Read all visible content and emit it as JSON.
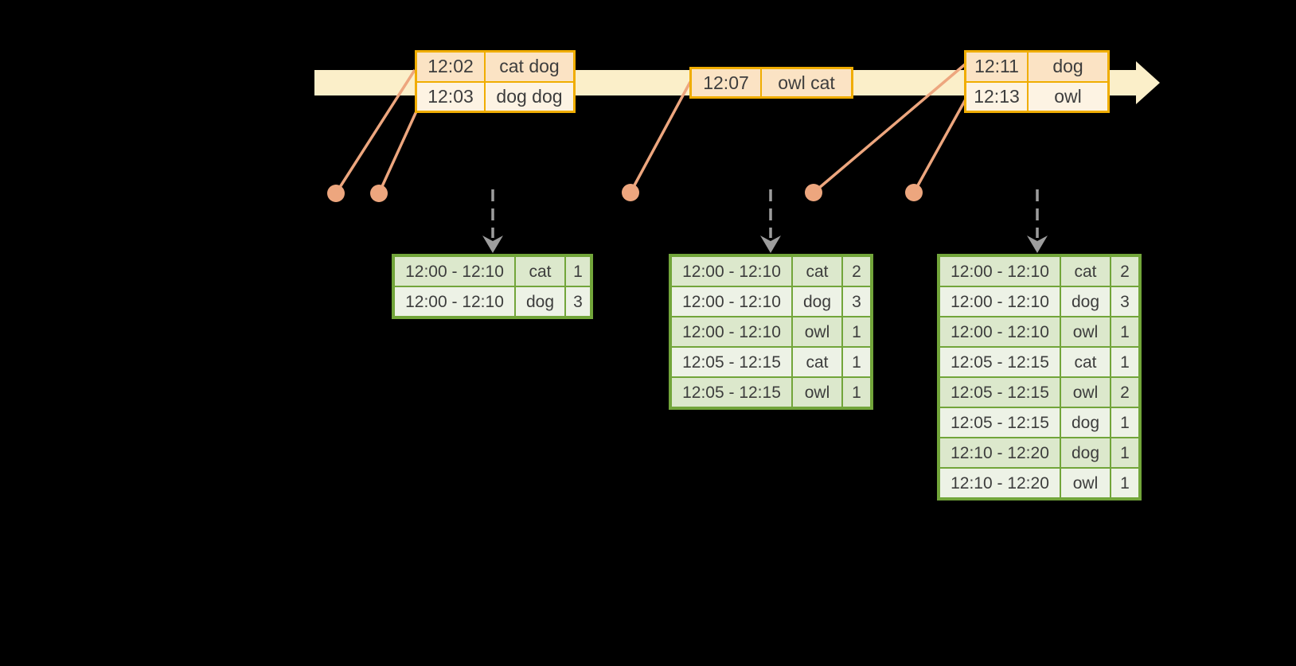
{
  "diagram_title_visible": false,
  "colors": {
    "background": "#000000",
    "timeline_band": "#FBEFC9",
    "event_table_border": "#F0AD00",
    "event_row_fills": [
      "#FBE3C4",
      "#FDF3E3"
    ],
    "event_marker": "#EDA67E",
    "trigger_arrow": "#9D9D9D",
    "result_table_border": "#72A53A",
    "result_row_fills": [
      "#DCE8CC",
      "#EDF2E6"
    ],
    "text": "#3D3D3D"
  },
  "icons": {
    "timeline_arrowhead": "right-arrow",
    "trigger_arrow_head": "down-arrow",
    "event_marker": "filled-circle"
  },
  "timeline": {
    "marker_count": 5,
    "trigger_arrow_count": 3
  },
  "event_tables": [
    {
      "rows": [
        {
          "time": "12:02",
          "words": "cat dog"
        },
        {
          "time": "12:03",
          "words": "dog dog"
        }
      ]
    },
    {
      "rows": [
        {
          "time": "12:07",
          "words": "owl cat"
        }
      ]
    },
    {
      "rows": [
        {
          "time": "12:11",
          "words": "dog"
        },
        {
          "time": "12:13",
          "words": "owl"
        }
      ]
    }
  ],
  "result_tables": [
    {
      "rows": [
        {
          "window": "12:00 - 12:10",
          "word": "cat",
          "count": "1"
        },
        {
          "window": "12:00 - 12:10",
          "word": "dog",
          "count": "3"
        }
      ]
    },
    {
      "rows": [
        {
          "window": "12:00 - 12:10",
          "word": "cat",
          "count": "2"
        },
        {
          "window": "12:00 - 12:10",
          "word": "dog",
          "count": "3"
        },
        {
          "window": "12:00 - 12:10",
          "word": "owl",
          "count": "1"
        },
        {
          "window": "12:05 - 12:15",
          "word": "cat",
          "count": "1"
        },
        {
          "window": "12:05 - 12:15",
          "word": "owl",
          "count": "1"
        }
      ]
    },
    {
      "rows": [
        {
          "window": "12:00 - 12:10",
          "word": "cat",
          "count": "2"
        },
        {
          "window": "12:00 - 12:10",
          "word": "dog",
          "count": "3"
        },
        {
          "window": "12:00 - 12:10",
          "word": "owl",
          "count": "1"
        },
        {
          "window": "12:05 - 12:15",
          "word": "cat",
          "count": "1"
        },
        {
          "window": "12:05 - 12:15",
          "word": "owl",
          "count": "2"
        },
        {
          "window": "12:05 - 12:15",
          "word": "dog",
          "count": "1"
        },
        {
          "window": "12:10 - 12:20",
          "word": "dog",
          "count": "1"
        },
        {
          "window": "12:10 - 12:20",
          "word": "owl",
          "count": "1"
        }
      ]
    }
  ]
}
